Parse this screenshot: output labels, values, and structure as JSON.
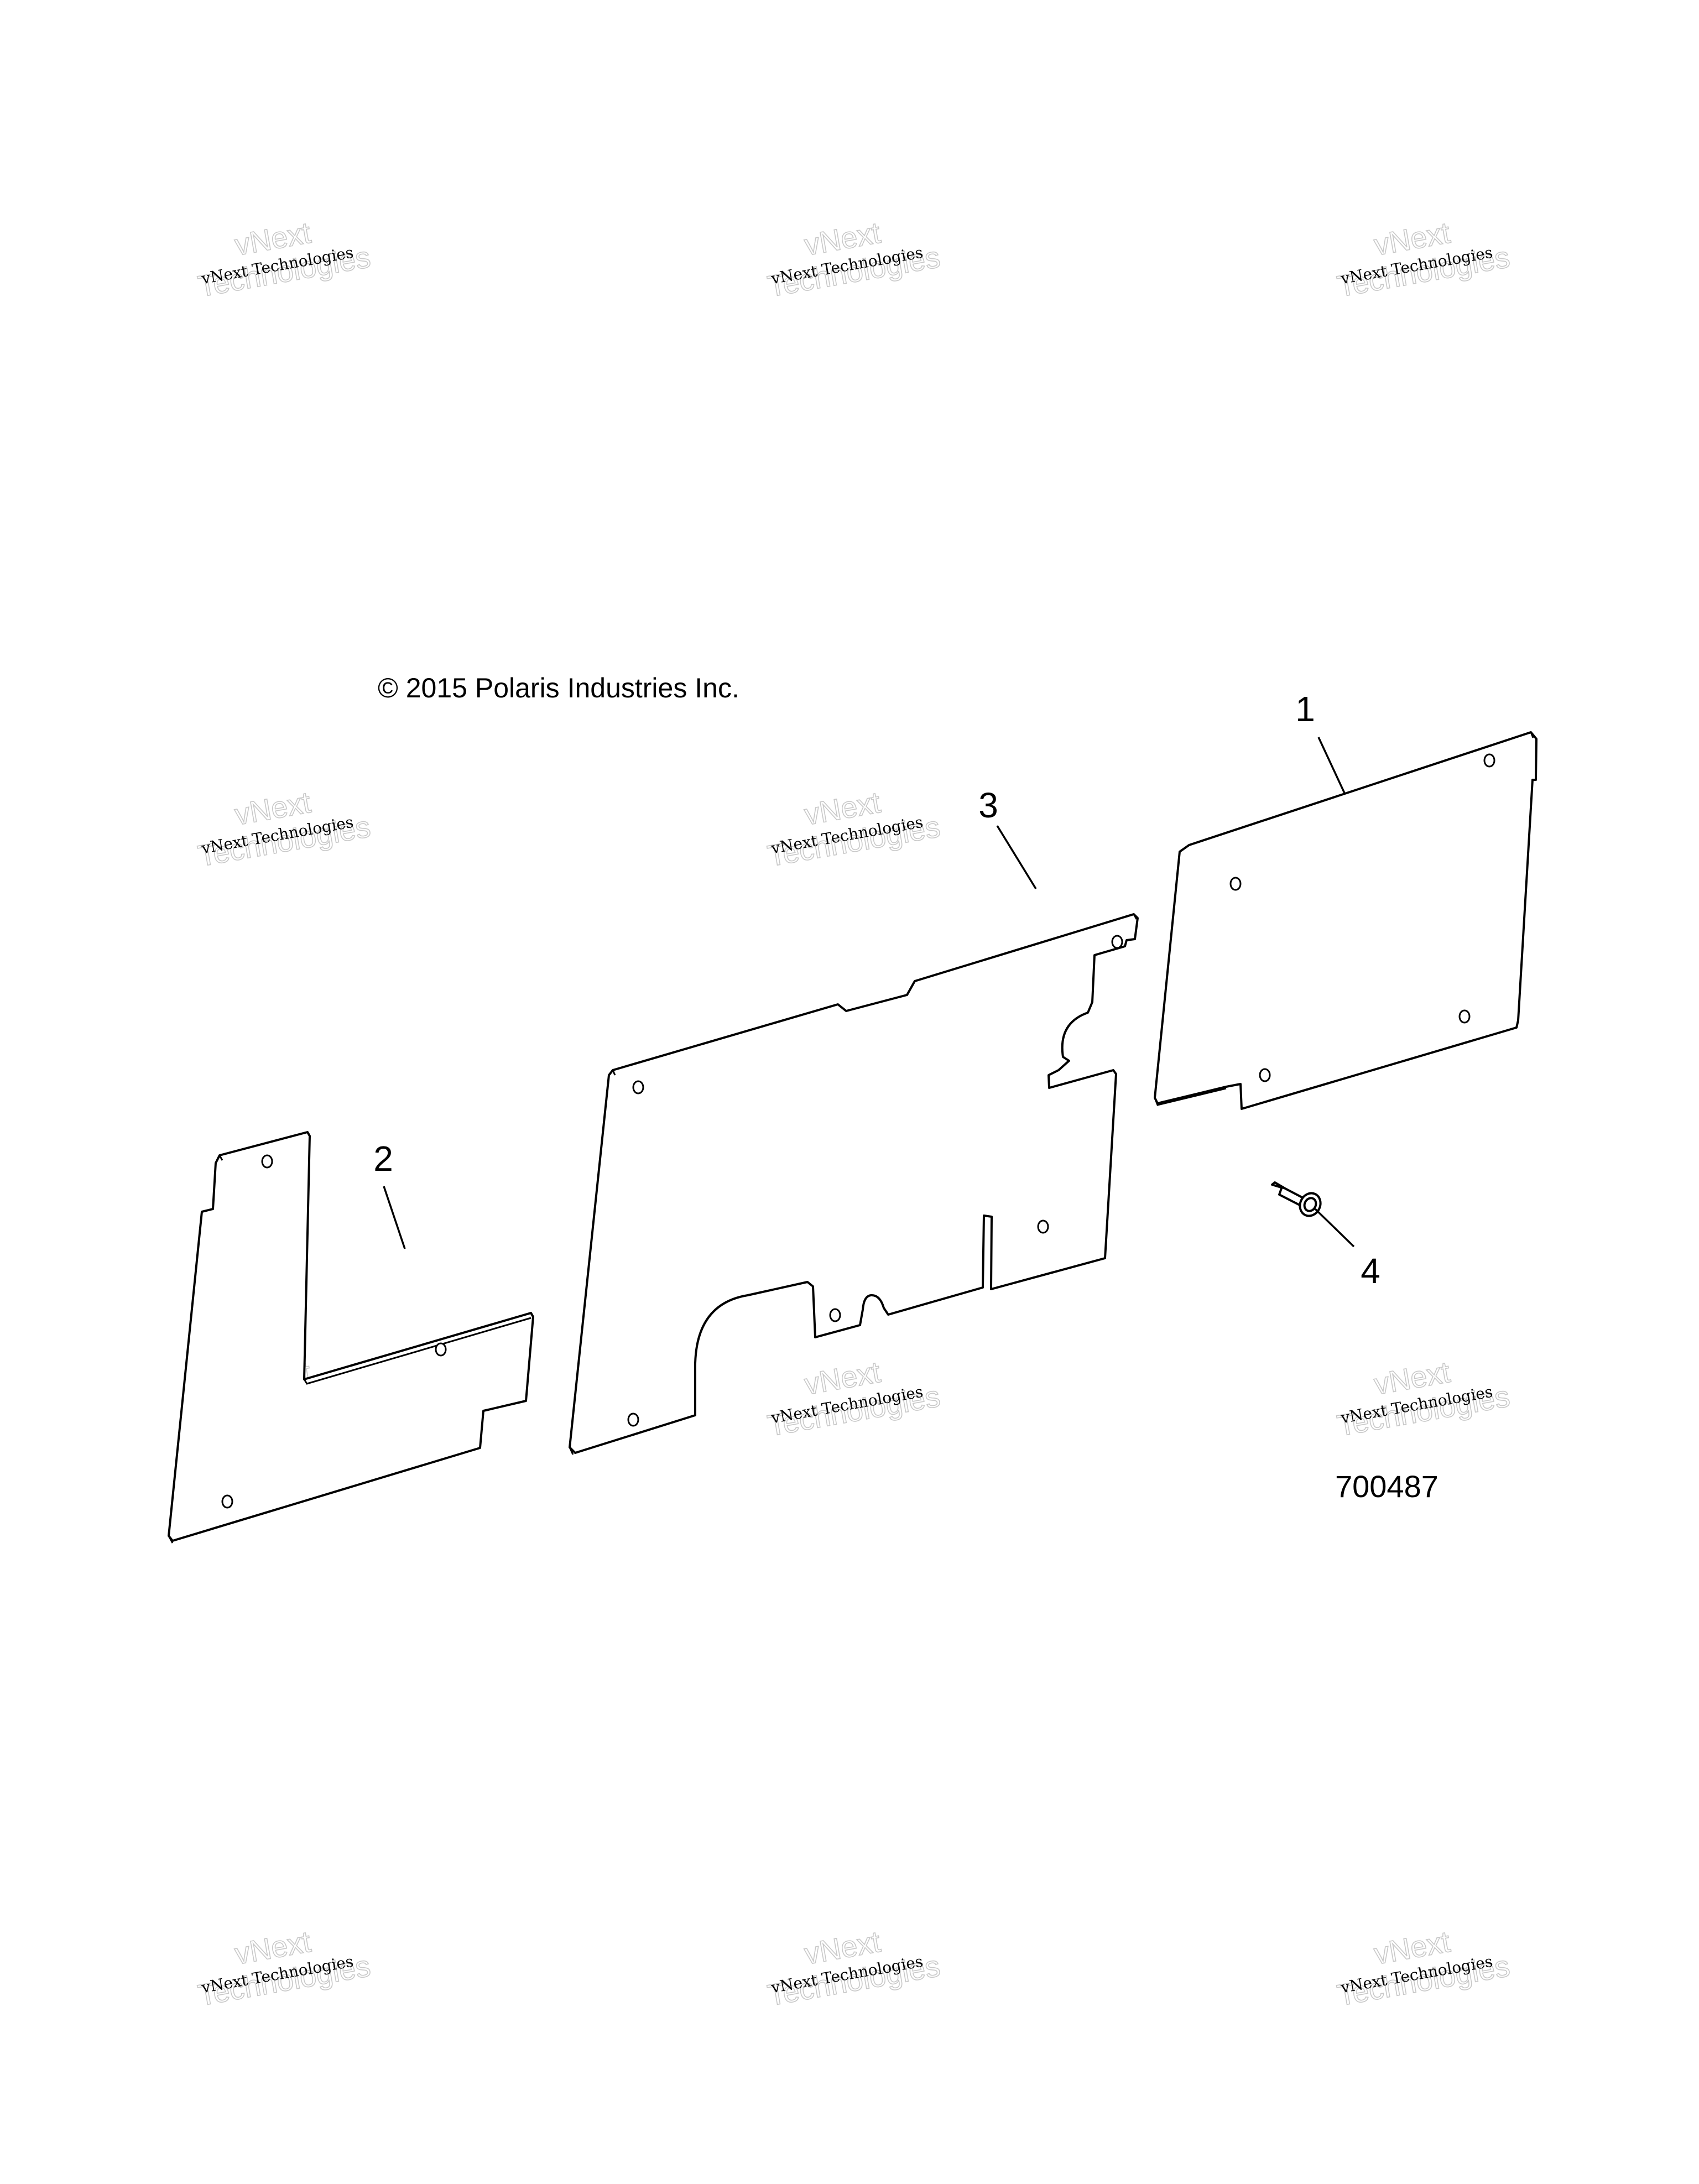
{
  "copyright": "© 2015 Polaris Industries Inc.",
  "diagram_number": "700487",
  "callouts": [
    {
      "id": "1",
      "label": "1"
    },
    {
      "id": "2",
      "label": "2"
    },
    {
      "id": "3",
      "label": "3"
    },
    {
      "id": "4",
      "label": "4"
    }
  ],
  "watermark": {
    "line_top": "vNext",
    "line_small": "vNext Technologies",
    "line_large": "Technologies"
  }
}
